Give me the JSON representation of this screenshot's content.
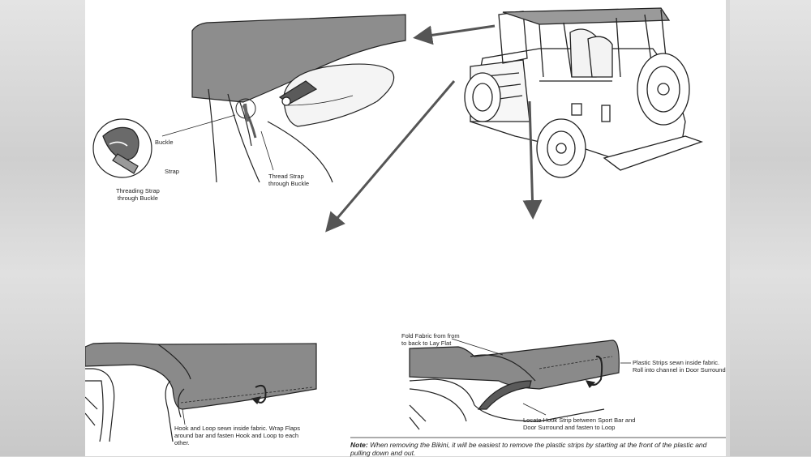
{
  "labels": {
    "buckle": "Buckle",
    "strap": "Strap",
    "threading_strap": "Threading Strap\nthrough Buckle",
    "thread_strap": "Thread Strap\nthrough Buckle",
    "hook_loop_sewn": "Hook and Loop sewn inside fabric. Wrap Flaps\naround bar and fasten Hook and Loop to each\nother.",
    "fold_fabric": "Fold Fabric from from\nto back to Lay Flat",
    "plastic_strips": "Plastic Strips sewn inside fabric.\nRoll into channel in Door Surround",
    "locate_hook": "Locate Hook Strip between Sport Bar and\nDoor Surround and fasten to Loop"
  },
  "note": {
    "prefix": "Note:",
    "text": "When removing the Bikini, it will be easiest to remove the plastic strips by starting at the front of the plastic and pulling down and out."
  },
  "colors": {
    "fabric": "#8a8a8a",
    "fabric_dark": "#6f6f6f",
    "line": "#222222",
    "arrow": "#6a6a6a"
  }
}
